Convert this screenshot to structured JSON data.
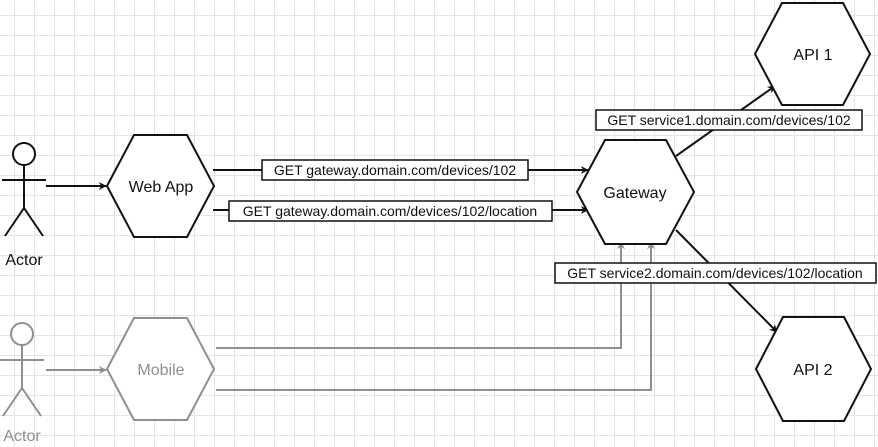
{
  "nodes": {
    "web_app": "Web App",
    "gateway": "Gateway",
    "api1": "API 1",
    "api2": "API 2",
    "mobile": "Mobile"
  },
  "actors": {
    "primary": "Actor",
    "secondary": "Actor"
  },
  "edges": {
    "webapp_to_gateway_devices": "GET gateway.domain.com/devices/102",
    "webapp_to_gateway_location": "GET gateway.domain.com/devices/102/location",
    "gateway_to_api1": "GET service1.domain.com/devices/102",
    "gateway_to_api2": "GET service2.domain.com/devices/102/location"
  },
  "colors": {
    "active": "#111111",
    "inactive": "#8f8f8f",
    "grid": "#e4e4e4"
  }
}
